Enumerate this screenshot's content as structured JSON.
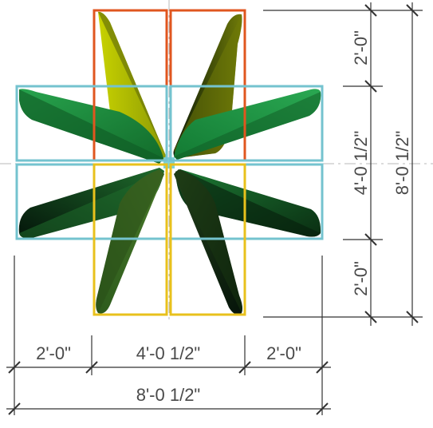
{
  "diagram": {
    "colors": {
      "top_box": "#e0561f",
      "side_box": "#74c3cf",
      "bottom_box": "#e8c11c",
      "leaf_lime": "#b9c400",
      "leaf_olive": "#6f7a08",
      "leaf_green": "#1f9a48",
      "leaf_mid": "#187a35",
      "leaf_dark": "#0d3a16",
      "leaf_black": "#05170a",
      "center_hub": "#6fcbd4"
    },
    "dimensions": {
      "horizontal": {
        "left": "2'-0\"",
        "middle": "4'-0 1/2\"",
        "right": "2'-0\"",
        "overall": "8'-0 1/2\""
      },
      "vertical": {
        "top": "2'-0\"",
        "middle": "4'-0 1/2\"",
        "bottom": "2'-0\"",
        "overall": "8'-0 1/2\""
      }
    }
  }
}
